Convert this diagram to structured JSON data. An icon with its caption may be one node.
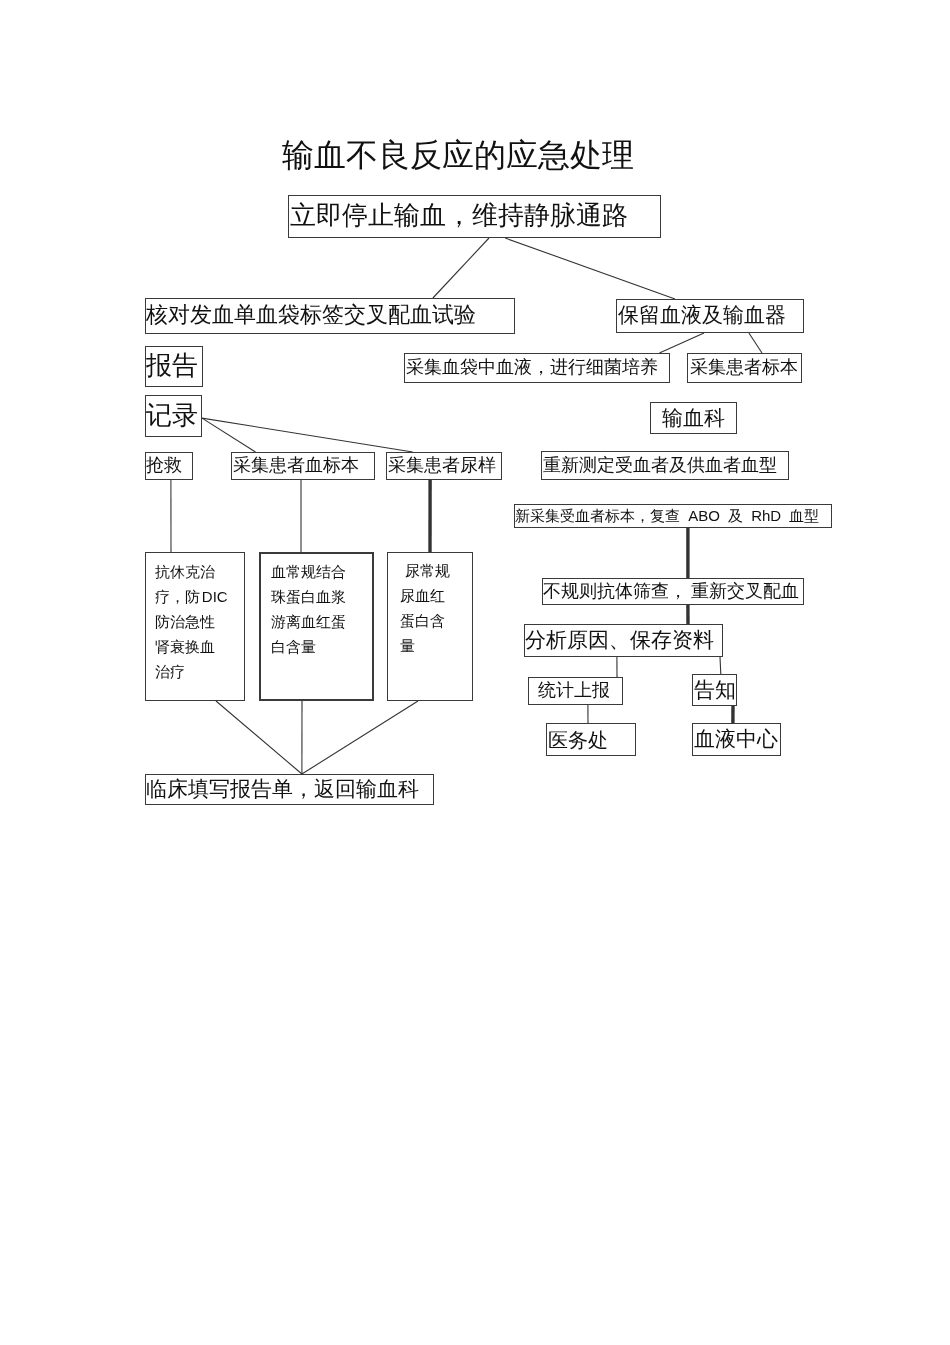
{
  "diagram": {
    "title": "输血不良反应的应急处理",
    "nodes": [
      {
        "text": [
          "立即停止输血，维持静脉通路"
        ]
      },
      {
        "text": [
          "核对发血单血袋标签交叉配血试验"
        ]
      },
      {
        "text": [
          "保留血液及输血器"
        ]
      },
      {
        "text": [
          "报告"
        ]
      },
      {
        "text": [
          "采集血袋中血液，进行细菌培养"
        ]
      },
      {
        "text": [
          "采集患者标本"
        ]
      },
      {
        "text": [
          "记录"
        ]
      },
      {
        "text": [
          "输血科"
        ]
      },
      {
        "text": [
          "抢救"
        ]
      },
      {
        "text": [
          "采集患者血标本"
        ]
      },
      {
        "text": [
          "采集患者尿样"
        ]
      },
      {
        "text": [
          "重新测定受血者及供血者血型"
        ]
      },
      {
        "text": [
          "新采集受血者标本，复查 ABO 及 RhD 血型"
        ]
      },
      {
        "text": [
          "抗休克治疗，防 DIC防治急性肾衰换血治疗"
        ]
      },
      {
        "text": [
          "血常规结合珠蛋白血浆游离血红蛋白含量"
        ]
      },
      {
        "text": [
          "尿常规尿血红蛋白含量"
        ]
      },
      {
        "text": [
          "不规则抗体筛查， 重新交叉配血"
        ]
      },
      {
        "text": [
          "分析原因、保存资料"
        ]
      },
      {
        "text": [
          "统计上报"
        ]
      },
      {
        "text": [
          "告知"
        ]
      },
      {
        "text": [
          "医务处"
        ]
      },
      {
        "text": [
          "血液中心"
        ]
      },
      {
        "text": [
          "临床填写报告单，返回输血科"
        ]
      }
    ],
    "edges": [
      {
        "from": 0,
        "to": 1,
        "arrow": "none"
      },
      {
        "from": 0,
        "to": 2,
        "arrow": "none"
      },
      {
        "from": 2,
        "to": 4,
        "arrow": "none"
      },
      {
        "from": 2,
        "to": 5,
        "arrow": "none"
      },
      {
        "from": 6,
        "to": 9,
        "arrow": "none"
      },
      {
        "from": 6,
        "to": 10,
        "arrow": "none"
      },
      {
        "from": 8,
        "to": 13,
        "arrow": "none"
      },
      {
        "from": 9,
        "to": 14,
        "arrow": "none"
      },
      {
        "from": 10,
        "to": 15,
        "arrow": "none",
        "style": "thick"
      },
      {
        "from": 13,
        "to": 22,
        "arrow": "none"
      },
      {
        "from": 14,
        "to": 22,
        "arrow": "none"
      },
      {
        "from": 15,
        "to": 22,
        "arrow": "none"
      },
      {
        "from": 12,
        "to": 16,
        "arrow": "none",
        "style": "thick"
      },
      {
        "from": 16,
        "to": 17,
        "arrow": "none",
        "style": "thick"
      },
      {
        "from": 17,
        "to": 18,
        "arrow": "none"
      },
      {
        "from": 17,
        "to": 19,
        "arrow": "none"
      },
      {
        "from": 18,
        "to": 20,
        "arrow": "none"
      },
      {
        "from": 19,
        "to": 21,
        "arrow": "none",
        "style": "thick"
      }
    ]
  }
}
